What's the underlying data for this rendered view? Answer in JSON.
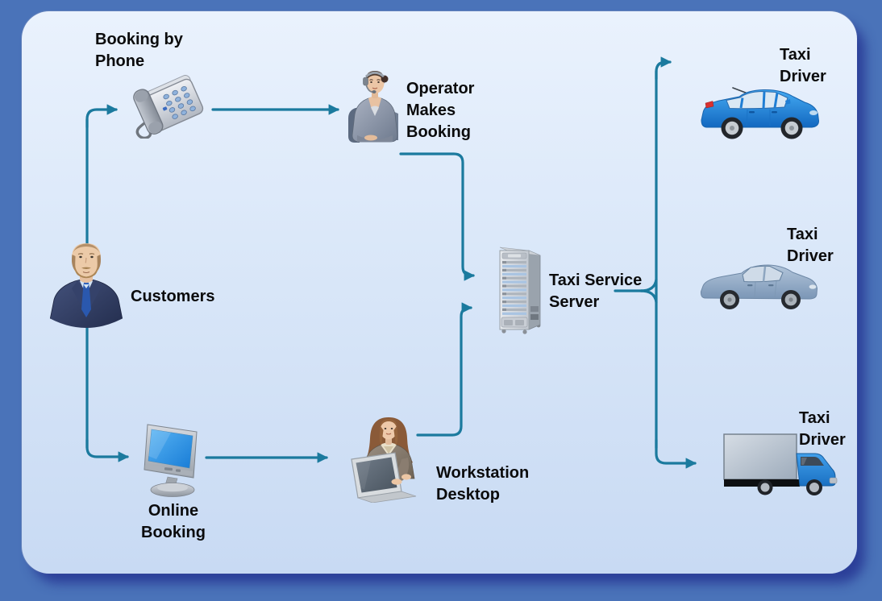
{
  "diagram": {
    "type": "workflow-diagram",
    "topic": "Taxi service booking process"
  },
  "colors": {
    "outer_background": "#4a73b9",
    "panel_top": "#eaf2fd",
    "panel_bottom": "#c8daf3",
    "connector": "#1b7a9e",
    "label": "#0b0b0c",
    "shadow": "#28389a",
    "car_blue": "#2a93e4",
    "sedan_steel_blue": "#92aac6",
    "truck_cab_blue": "#2f8fde"
  },
  "nodes": {
    "booking_by_phone": {
      "label": "Booking by\nPhone",
      "icon": "desk-phone"
    },
    "operator_makes_booking": {
      "label": "Operator\nMakes\nBooking",
      "icon": "call-center-operator"
    },
    "customers": {
      "label": "Customers",
      "icon": "businessman-portrait"
    },
    "online_booking": {
      "label": "Online\nBooking",
      "icon": "desktop-monitor"
    },
    "workstation_desktop": {
      "label": "Workstation\nDesktop",
      "icon": "woman-with-laptop"
    },
    "taxi_service_server": {
      "label": "Taxi Service\nServer",
      "icon": "server-tower"
    },
    "taxi_driver_top": {
      "label": "Taxi\nDriver",
      "icon": "blue-hatchback-car"
    },
    "taxi_driver_middle": {
      "label": "Taxi\nDriver",
      "icon": "steel-blue-sedan"
    },
    "taxi_driver_bottom": {
      "label": "Taxi\nDriver",
      "icon": "box-truck"
    }
  },
  "edges": [
    {
      "from": "customers",
      "to": "booking_by_phone"
    },
    {
      "from": "booking_by_phone",
      "to": "operator_makes_booking"
    },
    {
      "from": "customers",
      "to": "online_booking"
    },
    {
      "from": "online_booking",
      "to": "workstation_desktop"
    },
    {
      "from": "operator_makes_booking",
      "to": "taxi_service_server"
    },
    {
      "from": "workstation_desktop",
      "to": "taxi_service_server"
    },
    {
      "from": "taxi_service_server",
      "to": "taxi_driver_top"
    },
    {
      "from": "taxi_service_server",
      "to": "taxi_driver_bottom"
    }
  ]
}
